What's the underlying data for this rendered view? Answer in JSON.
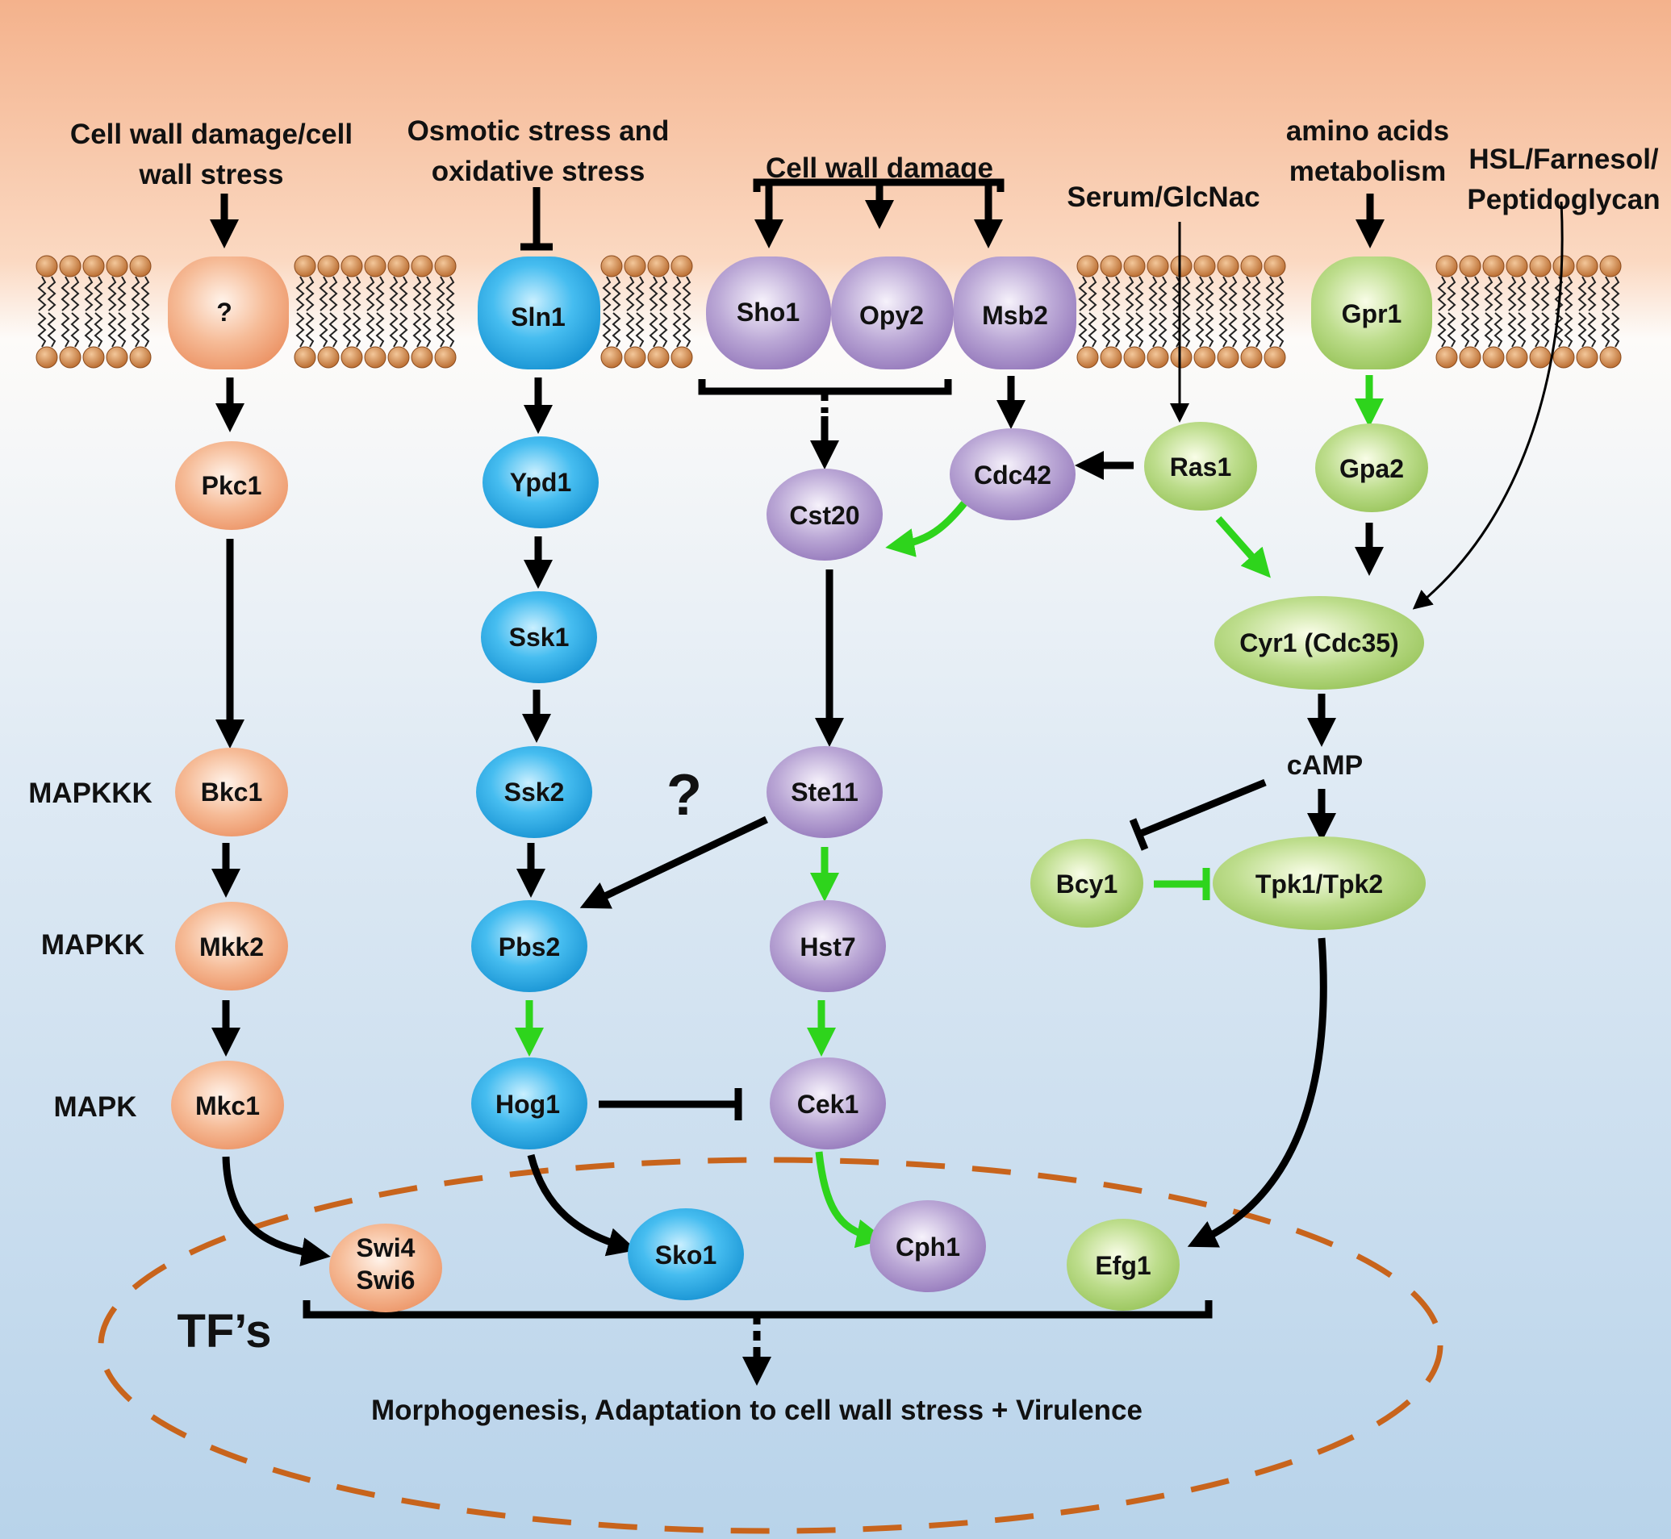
{
  "stimuli": {
    "cell_wall_stress_l1": "Cell wall damage/cell",
    "cell_wall_stress_l2": "wall stress",
    "osmotic_l1": "Osmotic stress and",
    "osmotic_l2": "oxidative stress",
    "cell_wall_damage": "Cell wall damage",
    "serum": "Serum/GlcNac",
    "amino_l1": "amino acids",
    "amino_l2": "metabolism",
    "hsl_l1": "HSL/Farnesol/",
    "hsl_l2": "Peptidoglycan"
  },
  "receptors": {
    "unknown": "?",
    "sln1": "Sln1",
    "sho1": "Sho1",
    "opy2": "Opy2",
    "msb2": "Msb2",
    "gpr1": "Gpr1"
  },
  "nodes": {
    "pkc1": "Pkc1",
    "bkc1": "Bkc1",
    "mkk2": "Mkk2",
    "mkc1": "Mkc1",
    "ypd1": "Ypd1",
    "ssk1": "Ssk1",
    "ssk2": "Ssk2",
    "pbs2": "Pbs2",
    "hog1": "Hog1",
    "cst20": "Cst20",
    "cdc42": "Cdc42",
    "ste11": "Ste11",
    "hst7": "Hst7",
    "cek1": "Cek1",
    "ras1": "Ras1",
    "gpa2": "Gpa2",
    "cyr1": "Cyr1 (Cdc35)",
    "camp": "cAMP",
    "bcy1": "Bcy1",
    "tpk": "Tpk1/Tpk2",
    "unknown_link": "?"
  },
  "tfs": {
    "swi4": "Swi4",
    "swi6": "Swi6",
    "sko1": "Sko1",
    "cph1": "Cph1",
    "efg1": "Efg1",
    "label": "TF’s"
  },
  "levels": {
    "mapkkk": "MAPKKK",
    "mapkk": "MAPKK",
    "mapk": "MAPK"
  },
  "outcome": "Morphogenesis, Adaptation to cell wall stress + Virulence",
  "colors": {
    "orange": "#f2a77f",
    "blue": "#27a8e0",
    "purple": "#a48bc4",
    "green": "#a6cf6a",
    "green_arrow": "#2ed41c",
    "dash": "#c8641c",
    "lipid": "#c87d3c"
  }
}
